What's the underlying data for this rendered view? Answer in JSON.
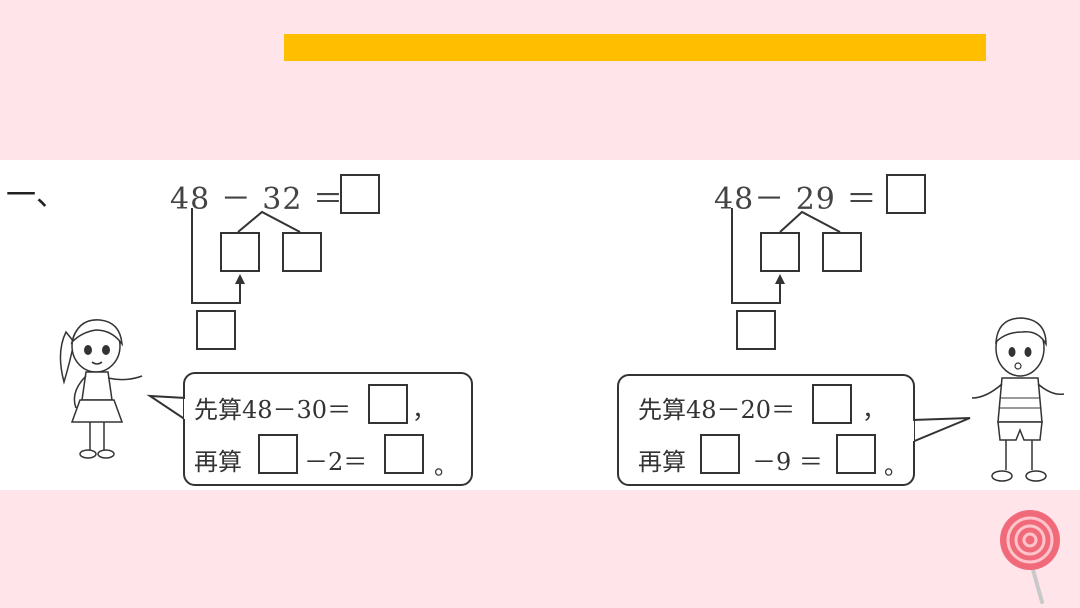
{
  "problem": {
    "number_label": "一、",
    "left": {
      "equation": "48 － 32 ＝",
      "hint_line1_prefix": "先算48－30＝",
      "hint_line1_suffix": "，",
      "hint_line2_prefix": "再算",
      "hint_line2_middle": "－2＝",
      "hint_line2_suffix": "。"
    },
    "right": {
      "equation": "48－ 29 ＝",
      "hint_line1_prefix": "先算48－20＝",
      "hint_line1_suffix": "，",
      "hint_line2_prefix": "再算",
      "hint_line2_middle": "－9 ＝",
      "hint_line2_suffix": "。"
    }
  },
  "colors": {
    "band": "#ffe4ea",
    "title_bar": "#ffbf00",
    "content": "#ffffff"
  },
  "icons": [
    "girl-illustration",
    "boy-illustration",
    "lollipop-icon"
  ]
}
